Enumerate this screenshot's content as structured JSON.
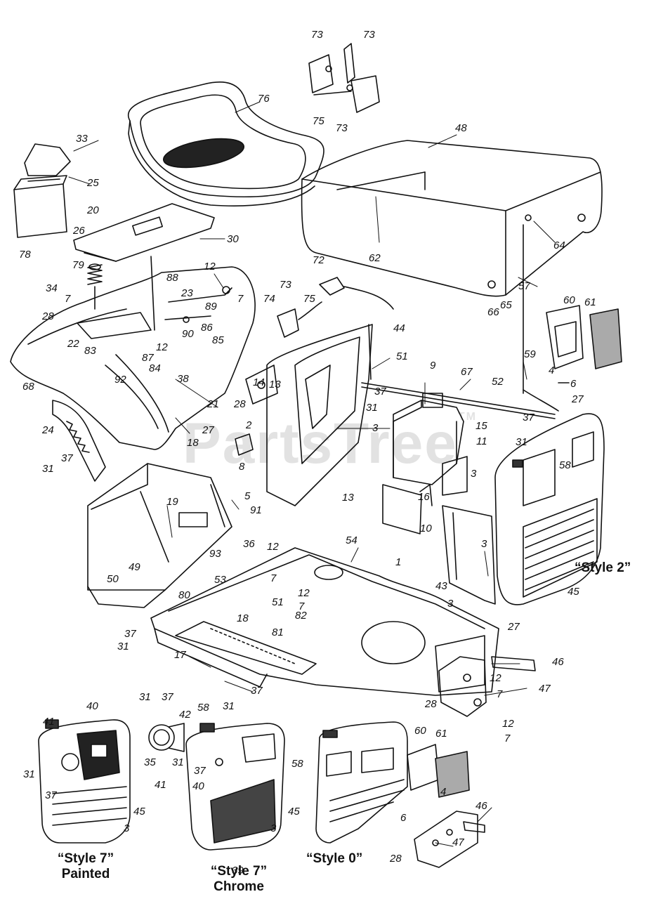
{
  "watermark": "PartsTree",
  "trademark": "TM",
  "labels": [
    "73",
    "73",
    "73",
    "75",
    "76",
    "48",
    "33",
    "25",
    "20",
    "30",
    "26",
    "78",
    "79",
    "64",
    "62",
    "57",
    "72",
    "12",
    "73",
    "75",
    "34",
    "7",
    "88",
    "23",
    "74",
    "7",
    "89",
    "86",
    "85",
    "90",
    "28",
    "22",
    "83",
    "87",
    "84",
    "12",
    "92",
    "38",
    "68",
    "21",
    "28",
    "14",
    "13",
    "27",
    "18",
    "24",
    "37",
    "31",
    "8",
    "2",
    "65",
    "66",
    "60",
    "61",
    "44",
    "51",
    "37",
    "31",
    "9",
    "15",
    "67",
    "59",
    "4",
    "52",
    "6",
    "27",
    "3",
    "11",
    "37",
    "31",
    "58",
    "3",
    "13",
    "5",
    "91",
    "19",
    "36",
    "93",
    "16",
    "10",
    "1",
    "43",
    "3",
    "54",
    "49",
    "50",
    "80",
    "12",
    "7",
    "51",
    "12",
    "7",
    "53",
    "18",
    "82",
    "81",
    "3",
    "27",
    "45",
    "37",
    "31",
    "17",
    "37",
    "31",
    "46",
    "12",
    "7",
    "47",
    "28",
    "12",
    "7",
    "31",
    "37",
    "42",
    "58",
    "40",
    "35",
    "31",
    "37",
    "41",
    "58",
    "60",
    "61",
    "45",
    "40",
    "31",
    "37",
    "45",
    "3",
    "39",
    "3",
    "41",
    "4",
    "6",
    "46",
    "47",
    "28"
  ],
  "captions": {
    "style2": "“Style 2”",
    "style7_painted_line1": "“Style 7”",
    "style7_painted_line2": "Painted",
    "style7_chrome_line1": "“Style 7”",
    "style7_chrome_line2": "Chrome",
    "style0": "“Style 0”"
  }
}
